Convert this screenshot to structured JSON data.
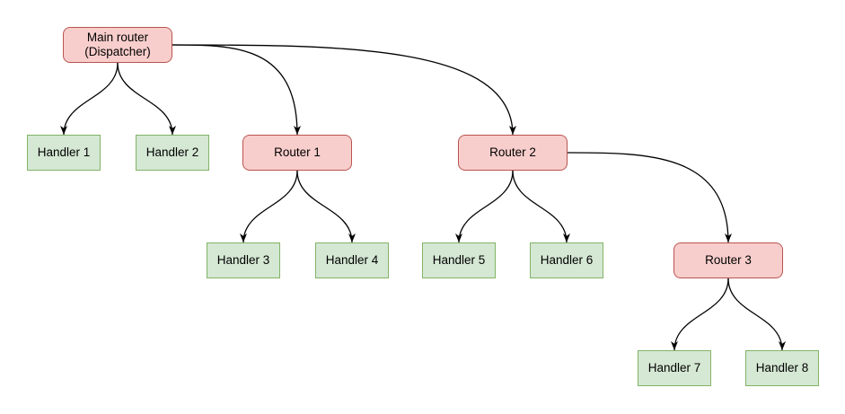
{
  "nodes": {
    "main": {
      "label": "Main router\n(Dispatcher)",
      "type": "router"
    },
    "handler1": {
      "label": "Handler 1",
      "type": "handler"
    },
    "handler2": {
      "label": "Handler 2",
      "type": "handler"
    },
    "router1": {
      "label": "Router 1",
      "type": "router"
    },
    "router2": {
      "label": "Router 2",
      "type": "router"
    },
    "handler3": {
      "label": "Handler 3",
      "type": "handler"
    },
    "handler4": {
      "label": "Handler 4",
      "type": "handler"
    },
    "handler5": {
      "label": "Handler 5",
      "type": "handler"
    },
    "handler6": {
      "label": "Handler 6",
      "type": "handler"
    },
    "router3": {
      "label": "Router 3",
      "type": "router"
    },
    "handler7": {
      "label": "Handler 7",
      "type": "handler"
    },
    "handler8": {
      "label": "Handler 8",
      "type": "handler"
    }
  },
  "edges": [
    {
      "from": "main",
      "to": "handler1"
    },
    {
      "from": "main",
      "to": "handler2"
    },
    {
      "from": "main",
      "to": "router1"
    },
    {
      "from": "main",
      "to": "router2"
    },
    {
      "from": "router1",
      "to": "handler3"
    },
    {
      "from": "router1",
      "to": "handler4"
    },
    {
      "from": "router2",
      "to": "handler5"
    },
    {
      "from": "router2",
      "to": "handler6"
    },
    {
      "from": "router2",
      "to": "router3"
    },
    {
      "from": "router3",
      "to": "handler7"
    },
    {
      "from": "router3",
      "to": "handler8"
    }
  ],
  "colors": {
    "router_fill": "#f8cecc",
    "router_border": "#b85450",
    "handler_fill": "#d5e8d4",
    "handler_border": "#82b366",
    "edge": "#000000",
    "text": "#000000",
    "background": "#ffffff"
  }
}
